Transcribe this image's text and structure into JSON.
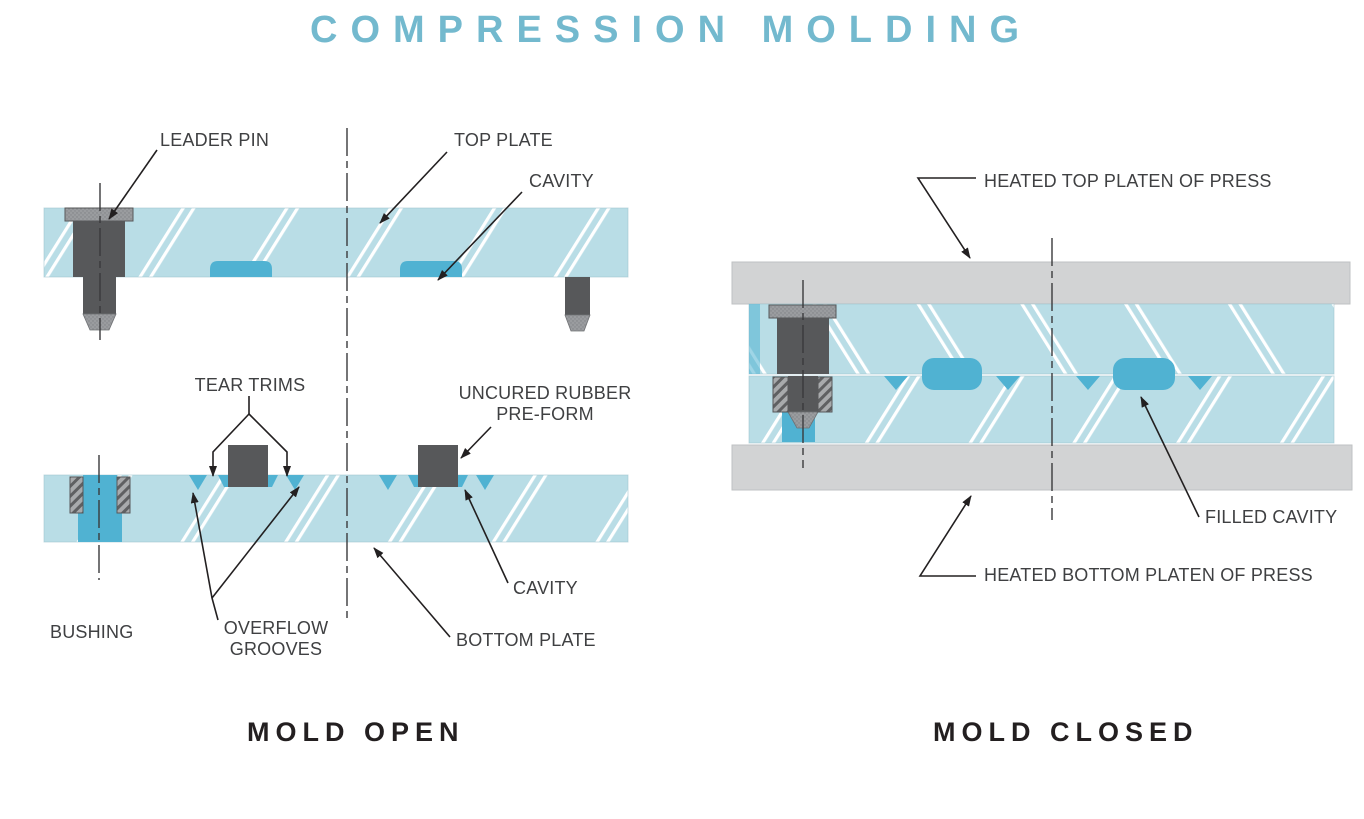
{
  "title": "COMPRESSION MOLDING",
  "colors": {
    "title": "#73b9ce",
    "caption": "#231f20",
    "text": "#3f4042",
    "line": "#232021",
    "plate": "#b9dde6",
    "cavity": "#50b2d2",
    "metal_dark": "#57585a",
    "metal_light": "#9a9c9f",
    "platen": "#d2d3d4",
    "hatch": "#ffffff"
  },
  "left": {
    "caption": "MOLD OPEN",
    "labels": {
      "leader_pin": "LEADER PIN",
      "top_plate": "TOP PLATE",
      "cavity_top": "CAVITY",
      "tear_trims": "TEAR TRIMS",
      "uncured_rubber_line1": "UNCURED RUBBER",
      "uncured_rubber_line2": "PRE-FORM",
      "bushing": "BUSHING",
      "overflow_line1": "OVERFLOW",
      "overflow_line2": "GROOVES",
      "cavity_bottom": "CAVITY",
      "bottom_plate": "BOTTOM PLATE"
    }
  },
  "right": {
    "caption": "MOLD CLOSED",
    "labels": {
      "top_platen": "HEATED TOP PLATEN OF PRESS",
      "filled_cavity": "FILLED CAVITY",
      "bottom_platen": "HEATED BOTTOM PLATEN OF PRESS"
    }
  }
}
